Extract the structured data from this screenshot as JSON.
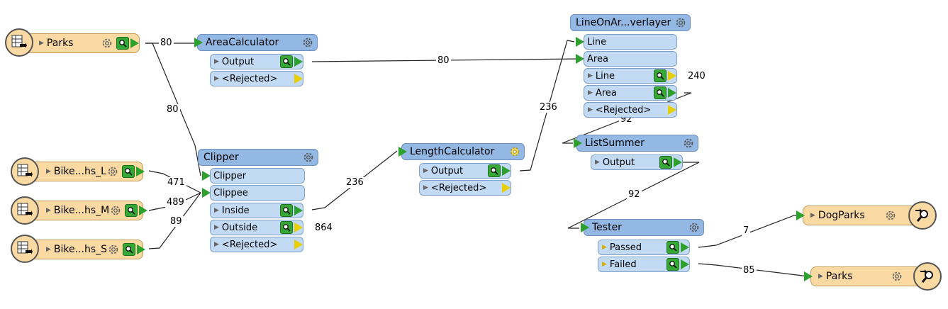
{
  "readers": [
    {
      "label": "Parks"
    },
    {
      "label": "Bike...hs_L"
    },
    {
      "label": "Bike...hs_M"
    },
    {
      "label": "Bike...hs_S"
    }
  ],
  "writers": [
    {
      "label": "DogParks"
    },
    {
      "label": "Parks"
    }
  ],
  "transformers": {
    "area_calculator": {
      "name": "AreaCalculator",
      "ports": [
        "Output",
        "<Rejected>"
      ]
    },
    "clipper": {
      "name": "Clipper",
      "inputs": [
        "Clipper",
        "Clippee"
      ],
      "outputs": [
        "Inside",
        "Outside",
        "<Rejected>"
      ]
    },
    "length_calculator": {
      "name": "LengthCalculator",
      "outputs": [
        "Output",
        "<Rejected>"
      ]
    },
    "line_on_area": {
      "name": "LineOnAr...verlayer",
      "inputs": [
        "Line",
        "Area"
      ],
      "outputs": [
        "Line",
        "Area",
        "<Rejected>"
      ]
    },
    "list_summer": {
      "name": "ListSummer",
      "outputs": [
        "Output"
      ]
    },
    "tester": {
      "name": "Tester",
      "outputs": [
        "Passed",
        "Failed"
      ]
    }
  },
  "connection_counts": {
    "parks_to_area": "80",
    "parks_to_clipper": "80",
    "area_to_overlay": "80",
    "bike_l": "471",
    "bike_m": "489",
    "bike_s": "89",
    "inside_to_length": "236",
    "length_to_overlay": "236",
    "outside_count": "864",
    "overlay_line_count": "240",
    "area_to_listsummer": "92",
    "listsummer_to_tester": "92",
    "passed_to_dogparks": "7",
    "failed_to_parks": "85"
  },
  "icons": {
    "reader": "table-reader-icon",
    "writer": "magnifier-writer-icon",
    "gear": "gear-icon",
    "inspect": "inspect-icon"
  },
  "colors": {
    "transformer": "#93b8e4",
    "port": "#c2daf3",
    "feature_type": "#fad9a2",
    "connector": "#2ea02e",
    "rejected": "#e8d000"
  }
}
